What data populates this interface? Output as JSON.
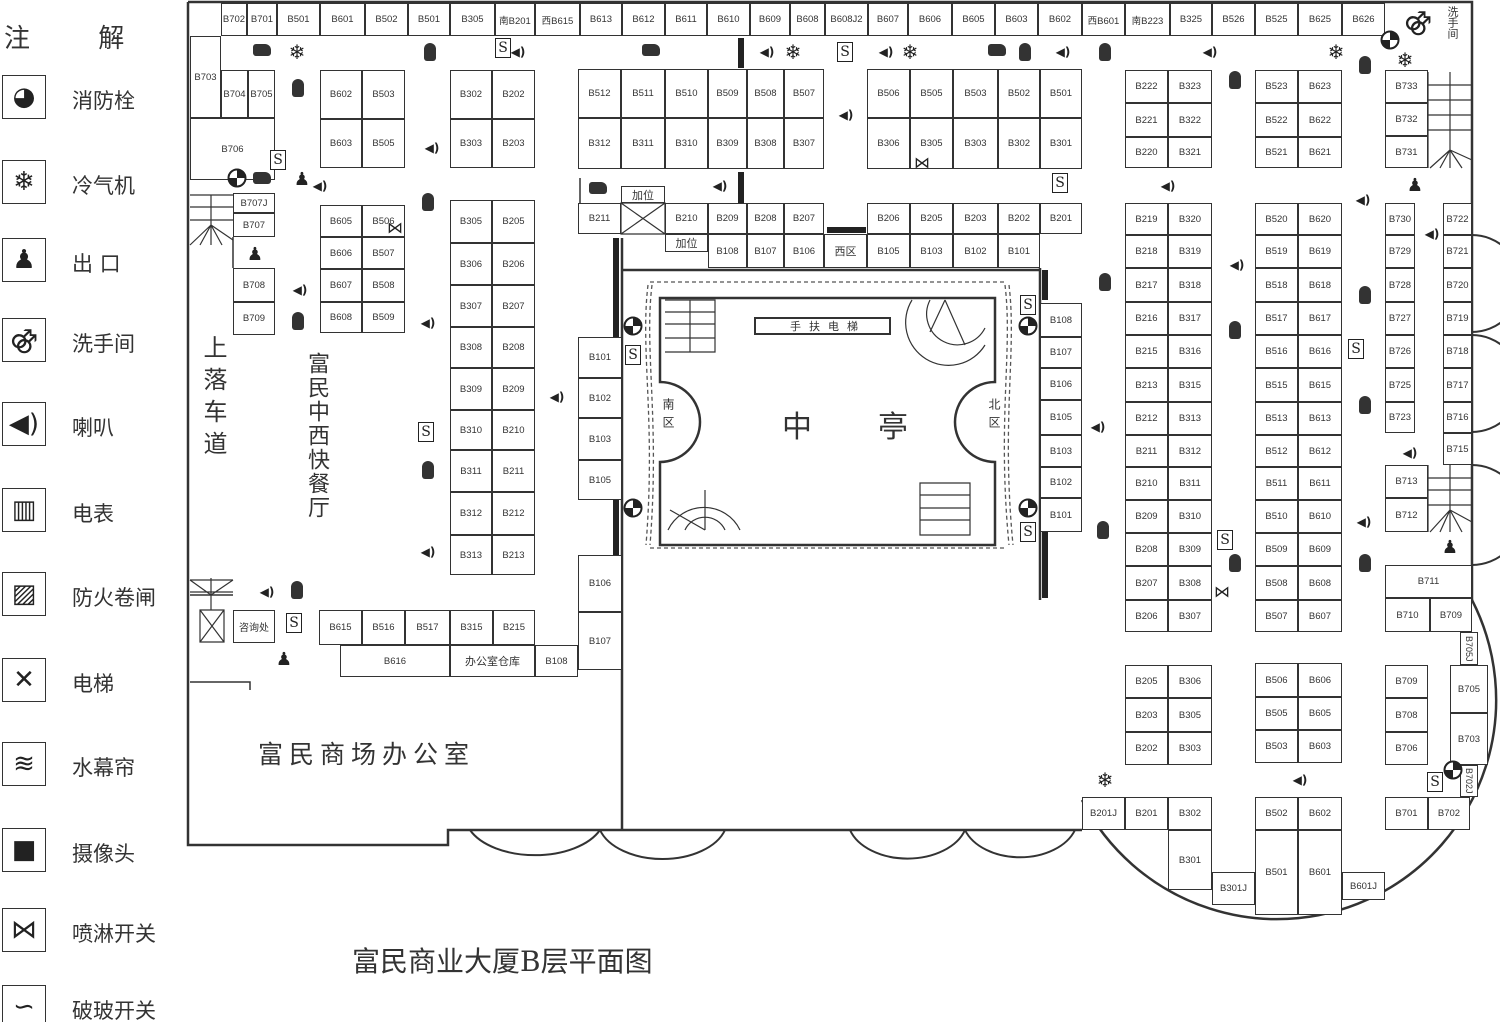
{
  "legend": {
    "title": "注  解",
    "items": [
      {
        "icon": "fire-hydrant-icon",
        "label": "消防栓"
      },
      {
        "icon": "air-conditioner-icon",
        "label": "冷气机"
      },
      {
        "icon": "exit-icon",
        "label": "出  口"
      },
      {
        "icon": "restroom-icon",
        "label": "洗手间"
      },
      {
        "icon": "speaker-icon",
        "label": "喇叭"
      },
      {
        "icon": "electric-meter-icon",
        "label": "电表"
      },
      {
        "icon": "fire-shutter-icon",
        "label": "防火卷闸"
      },
      {
        "icon": "elevator-icon",
        "label": "电梯"
      },
      {
        "icon": "water-curtain-icon",
        "label": "水幕帘"
      },
      {
        "icon": "camera-icon",
        "label": "摄像头"
      },
      {
        "icon": "sprinkler-switch-icon",
        "label": "喷淋开关"
      },
      {
        "icon": "break-glass-switch-icon",
        "label": "破玻开关"
      }
    ]
  },
  "title": "富民商业大厦B层平面图",
  "areas": {
    "driveway": "上落车道",
    "restaurant": "富民中西快餐厅",
    "info_desk": "咨询处",
    "office": "富民商场办公室",
    "escalator": "手扶电梯",
    "atrium_left": "中",
    "atrium_right": "亭",
    "south_zone": "南区",
    "north_zone": "北区",
    "extra_1": "加位",
    "extra_2": "加位",
    "restroom": "洗手间"
  },
  "stores": {
    "top": [
      [
        "B702",
        "B701",
        "B501",
        "B601",
        "B502",
        "B501",
        "B305",
        "南B201",
        "西B615",
        "B613",
        "B612",
        "B611",
        "B610",
        "B609",
        "B608",
        "B608J2",
        "B607",
        "B606",
        "B605",
        "B603",
        "B602",
        "西B601",
        "南B223",
        "B325",
        "B526",
        "B525",
        "B625",
        "B626"
      ]
    ],
    "b703": [
      [
        "B703"
      ]
    ],
    "b704": [
      [
        "B704",
        "B705"
      ]
    ],
    "b706": [
      [
        "B706"
      ]
    ],
    "b707": [
      [
        "B707J"
      ],
      [
        "B707"
      ]
    ],
    "b708": [
      [
        "B708"
      ],
      [
        "B709"
      ]
    ],
    "lb1": [
      [
        "B602",
        "B503"
      ],
      [
        "B603",
        "B505"
      ]
    ],
    "lb2": [
      [
        "B302",
        "B202"
      ],
      [
        "B303",
        "B203"
      ]
    ],
    "lb3": [
      [
        "B605",
        "B506"
      ],
      [
        "B606",
        "B507"
      ],
      [
        "B607",
        "B508"
      ],
      [
        "B608",
        "B509"
      ]
    ],
    "lb4": [
      [
        "B305",
        "B205"
      ],
      [
        "B306",
        "B206"
      ],
      [
        "B307",
        "B207"
      ],
      [
        "B308",
        "B208"
      ],
      [
        "B309",
        "B209"
      ],
      [
        "B310",
        "B210"
      ],
      [
        "B311",
        "B211"
      ],
      [
        "B312",
        "B212"
      ],
      [
        "B313",
        "B213"
      ]
    ],
    "lbot1": [
      [
        "B615",
        "B516",
        "B517",
        "B315",
        "B215"
      ]
    ],
    "lbot2": [
      [
        "B616",
        "办公室仓库",
        "B108"
      ]
    ],
    "lcol": [
      [
        "B101"
      ],
      [
        "B102"
      ],
      [
        "B103"
      ],
      [
        "B105"
      ]
    ],
    "lcol2": [
      [
        "B106"
      ],
      [
        "B107"
      ]
    ],
    "c1": [
      [
        "B512",
        "B511",
        "B510",
        "B509",
        "B508",
        "B507"
      ],
      [
        "B312",
        "B311",
        "B310",
        "B309",
        "B308",
        "B307"
      ]
    ],
    "c2": [
      [
        "B506",
        "B505",
        "B503",
        "B502",
        "B501"
      ],
      [
        "B306",
        "B305",
        "B303",
        "B302",
        "B301"
      ]
    ],
    "c3": [
      [
        "B211",
        "",
        "B210",
        "B209",
        "B208",
        "B207"
      ]
    ],
    "c4": [
      [
        "B206",
        "B205",
        "B203",
        "B202",
        "B201"
      ]
    ],
    "c5": [
      [
        "B108",
        "B107",
        "B106",
        "西区",
        "B105",
        "B103",
        "B102",
        "B101"
      ]
    ],
    "rcol": [
      [
        "B108"
      ],
      [
        "B107"
      ],
      [
        "B106"
      ],
      [
        "B105"
      ],
      [
        "B103"
      ],
      [
        "B102"
      ],
      [
        "B101"
      ]
    ],
    "r1": [
      [
        "B222",
        "B323"
      ],
      [
        "B221",
        "B322"
      ],
      [
        "B220",
        "B321"
      ]
    ],
    "r2": [
      [
        "B523",
        "B623"
      ],
      [
        "B522",
        "B622"
      ],
      [
        "B521",
        "B621"
      ]
    ],
    "r3": [
      [
        "B733"
      ],
      [
        "B732"
      ],
      [
        "B731"
      ]
    ],
    "r4": [
      [
        "B219",
        "B320"
      ],
      [
        "B218",
        "B319"
      ],
      [
        "B217",
        "B318"
      ],
      [
        "B216",
        "B317"
      ],
      [
        "B215",
        "B316"
      ],
      [
        "B213",
        "B315"
      ],
      [
        "B212",
        "B313"
      ],
      [
        "B211",
        "B312"
      ],
      [
        "B210",
        "B311"
      ],
      [
        "B209",
        "B310"
      ],
      [
        "B208",
        "B309"
      ],
      [
        "B207",
        "B308"
      ],
      [
        "B206",
        "B307"
      ]
    ],
    "r5": [
      [
        "B520",
        "B620"
      ],
      [
        "B519",
        "B619"
      ],
      [
        "B518",
        "B618"
      ],
      [
        "B517",
        "B617"
      ],
      [
        "B516",
        "B616"
      ],
      [
        "B515",
        "B615"
      ],
      [
        "B513",
        "B613"
      ],
      [
        "B512",
        "B612"
      ],
      [
        "B511",
        "B611"
      ],
      [
        "B510",
        "B610"
      ],
      [
        "B509",
        "B609"
      ],
      [
        "B508",
        "B608"
      ],
      [
        "B507",
        "B607"
      ]
    ],
    "r6": [
      [
        "B730"
      ],
      [
        "B729"
      ],
      [
        "B728"
      ],
      [
        "B727"
      ],
      [
        "B726"
      ],
      [
        "B725"
      ],
      [
        "B723"
      ]
    ],
    "r7": [
      [
        "B722"
      ],
      [
        "B721"
      ],
      [
        "B720"
      ],
      [
        "B719"
      ],
      [
        "B718"
      ],
      [
        "B717"
      ],
      [
        "B716"
      ],
      [
        "B715"
      ]
    ],
    "r8": [
      [
        "B713"
      ],
      [
        "B712"
      ]
    ],
    "r9": [
      [
        "B711"
      ]
    ],
    "r10": [
      [
        "B710",
        "B709"
      ]
    ],
    "r11": [
      [
        "B705J"
      ]
    ],
    "r12": [
      [
        "B205",
        "B306"
      ],
      [
        "B203",
        "B305"
      ],
      [
        "B202",
        "B303"
      ]
    ],
    "r13": [
      [
        "B506",
        "B606"
      ],
      [
        "B505",
        "B605"
      ],
      [
        "B503",
        "B603"
      ]
    ],
    "r14": [
      [
        "B709"
      ],
      [
        "B708"
      ],
      [
        "B706"
      ]
    ],
    "r15": [
      [
        "B705"
      ],
      [
        "B703"
      ]
    ],
    "r16": [
      [
        "B702J"
      ]
    ],
    "rb1": [
      [
        "B201J",
        "B201",
        "B302"
      ]
    ],
    "rb2": [
      [
        "B301"
      ]
    ],
    "rb3": [
      [
        "B301J"
      ]
    ],
    "rb4": [
      [
        "B502",
        "B602"
      ]
    ],
    "rb5": [
      [
        "B501",
        "B601"
      ]
    ],
    "rb6": [
      [
        "B601J"
      ]
    ],
    "rb7": [
      [
        "B701",
        "B702"
      ]
    ]
  }
}
